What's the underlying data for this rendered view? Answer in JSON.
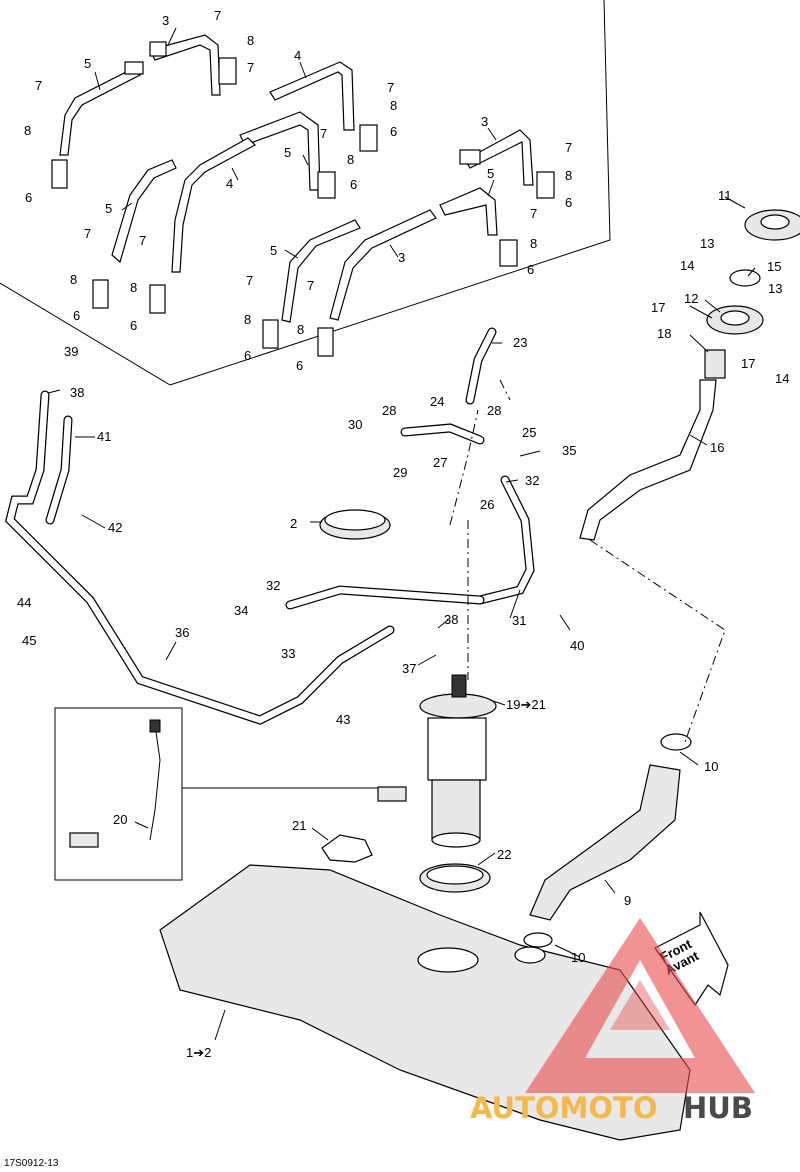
{
  "diagram": {
    "figure_code": "17S0912-13",
    "callouts": [
      "1➔2",
      "2",
      "3",
      "4",
      "5",
      "6",
      "7",
      "8",
      "9",
      "10",
      "11",
      "12",
      "13",
      "14",
      "15",
      "16",
      "17",
      "18",
      "19➔21",
      "20",
      "21",
      "22",
      "23",
      "24",
      "25",
      "26",
      "27",
      "28",
      "29",
      "30",
      "31",
      "32",
      "33",
      "34",
      "35",
      "36",
      "37",
      "38",
      "39",
      "40",
      "41",
      "42",
      "43",
      "44",
      "45"
    ],
    "front_label": [
      "Front",
      "Avant"
    ]
  },
  "watermark": {
    "text_left": "AUTOMOTO",
    "text_right": "HUB",
    "color_left": "#f5b84a",
    "color_right": "#4a4a4a",
    "triangle_color": "#e84c4c"
  }
}
